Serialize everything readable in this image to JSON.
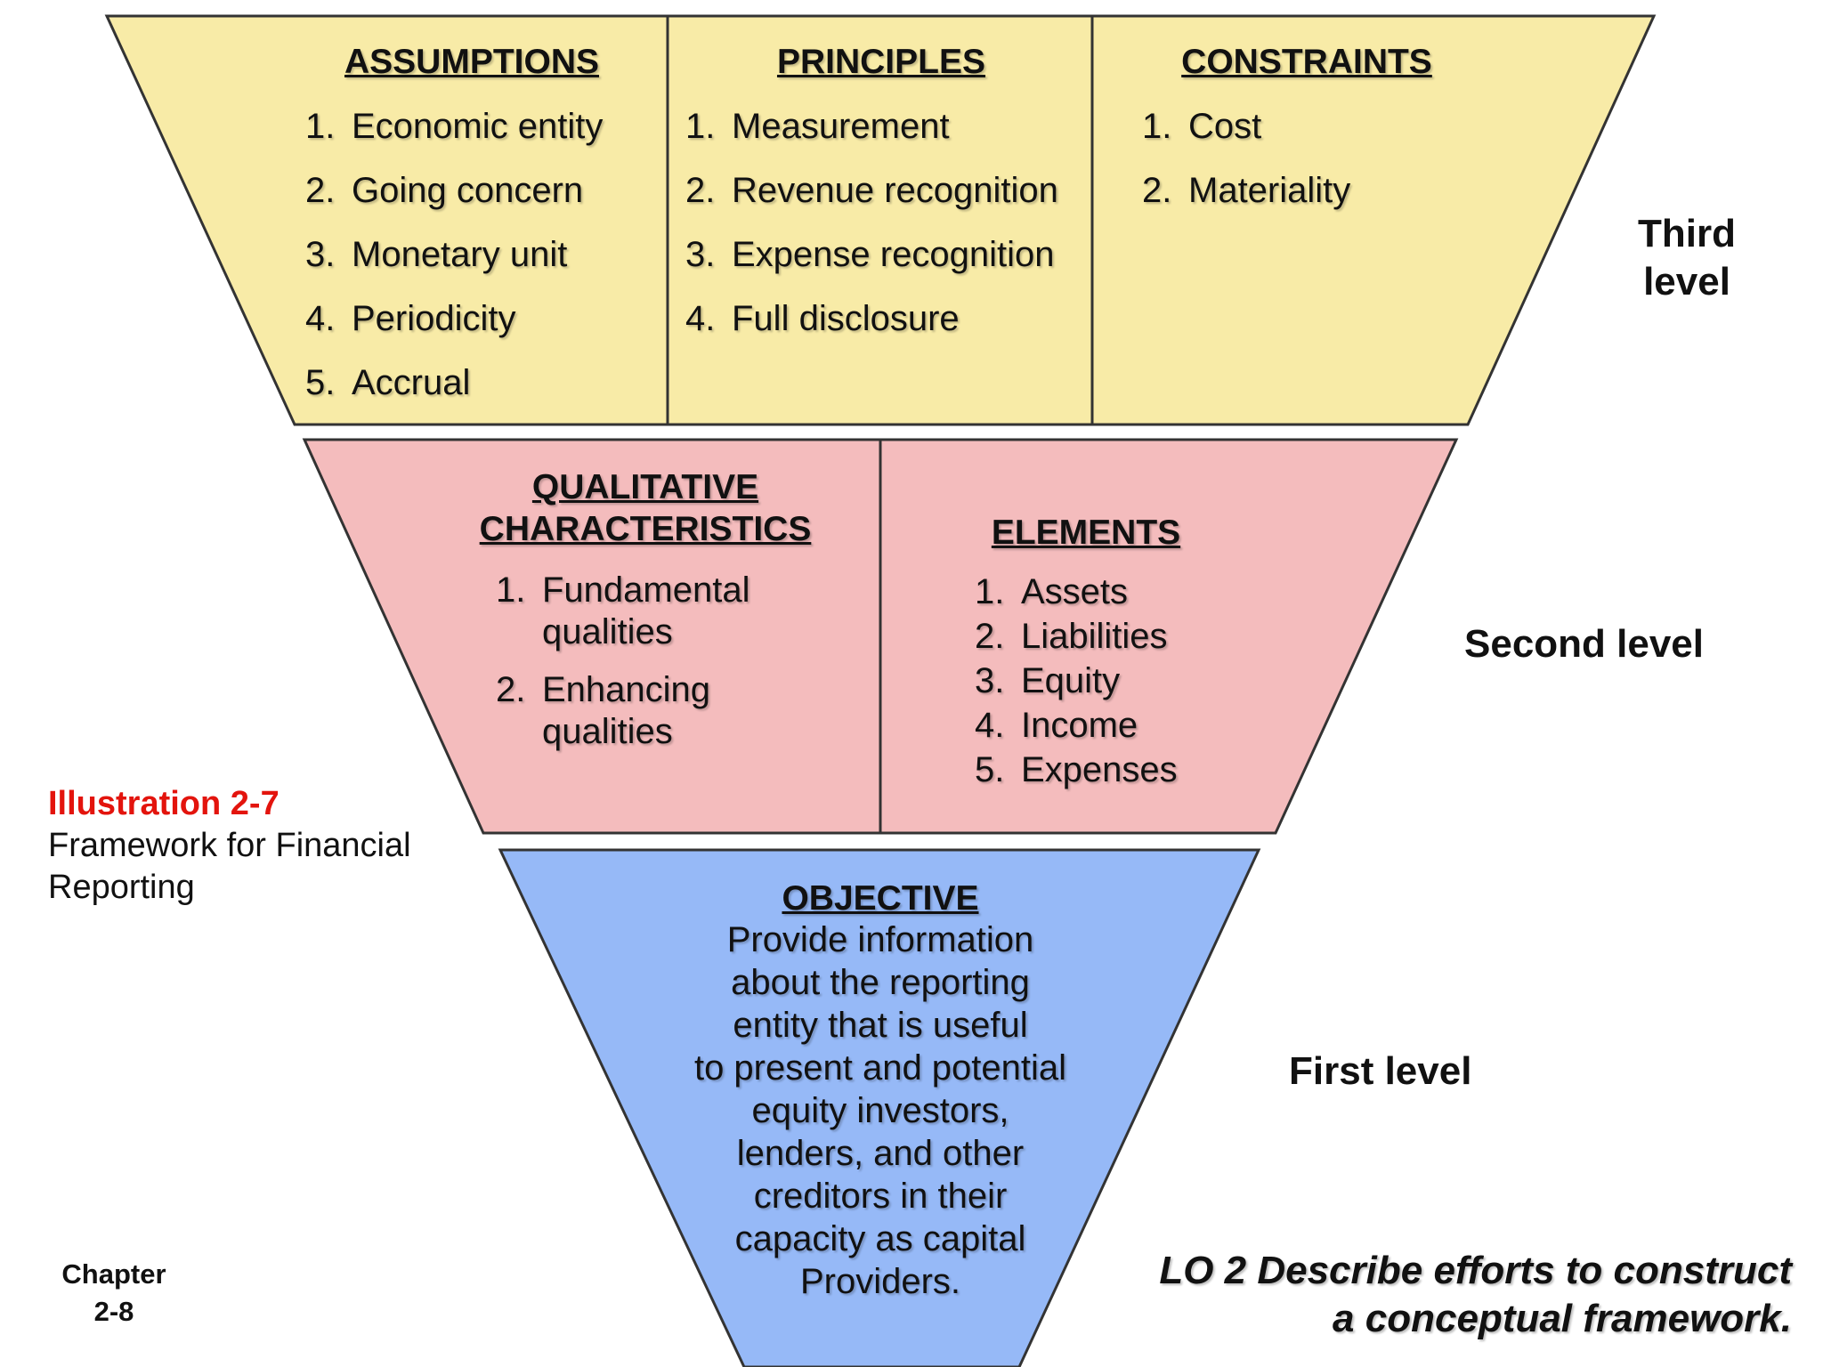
{
  "colors": {
    "third_level_fill": "#f8eba7",
    "second_level_fill": "#f4bcbd",
    "first_level_fill": "#96b9f7",
    "outline": "#333333",
    "illustration_red": "#e3140d"
  },
  "third_level": {
    "assumptions": {
      "title": "ASSUMPTIONS",
      "items": [
        {
          "num": "1.",
          "text": "Economic entity"
        },
        {
          "num": "2.",
          "text": "Going concern"
        },
        {
          "num": "3.",
          "text": "Monetary unit"
        },
        {
          "num": "4.",
          "text": "Periodicity"
        },
        {
          "num": "5.",
          "text": "Accrual"
        }
      ]
    },
    "principles": {
      "title": "PRINCIPLES",
      "items": [
        {
          "num": "1.",
          "text": "Measurement"
        },
        {
          "num": "2.",
          "text": "Revenue recognition"
        },
        {
          "num": "3.",
          "text": "Expense recognition"
        },
        {
          "num": "4.",
          "text": "Full disclosure"
        }
      ]
    },
    "constraints": {
      "title": "CONSTRAINTS",
      "items": [
        {
          "num": "1.",
          "text": "Cost"
        },
        {
          "num": "2.",
          "text": "Materiality"
        }
      ]
    },
    "label": "Third\nlevel"
  },
  "second_level": {
    "qualitative": {
      "title": "QUALITATIVE\nCHARACTERISTICS",
      "items": [
        {
          "num": "1.",
          "text": "Fundamental\nqualities"
        },
        {
          "num": "2.",
          "text": "Enhancing\nqualities"
        }
      ]
    },
    "elements": {
      "title": "ELEMENTS",
      "items": [
        {
          "num": "1.",
          "text": "Assets"
        },
        {
          "num": "2.",
          "text": "Liabilities"
        },
        {
          "num": "3.",
          "text": "Equity"
        },
        {
          "num": "4.",
          "text": "Income"
        },
        {
          "num": "5.",
          "text": "Expenses"
        }
      ]
    },
    "label": "Second level"
  },
  "first_level": {
    "objective": {
      "title": "OBJECTIVE",
      "text": "Provide information\nabout the reporting\nentity that is useful\nto present and potential\nequity investors,\nlenders, and other\ncreditors in their\ncapacity as capital\nProviders."
    },
    "label": "First level"
  },
  "illustration": {
    "title": "Illustration 2-7",
    "subtitle": "Framework for Financial\nReporting"
  },
  "chapter": "Chapter\n2-8",
  "learning_objective": "LO 2  Describe efforts to construct\na conceptual framework."
}
